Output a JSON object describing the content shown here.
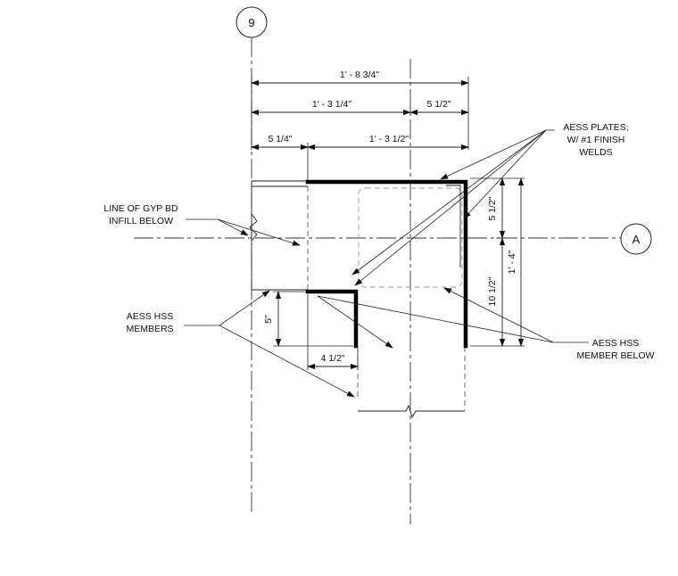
{
  "grid_bubbles": {
    "col": "9",
    "row": "A"
  },
  "dimensions": {
    "overall_width": "1' - 8 3/4\"",
    "upper_left": "1' - 3 1/4\"",
    "upper_right": "5 1/2\"",
    "lower_left": "5 1/4\"",
    "lower_right": "1' - 3 1/2\"",
    "vert_top": "5 1/2\"",
    "vert_bottom": "10 1/2\"",
    "vert_overall": "1' - 4\"",
    "hss_height": "5\"",
    "hss_width": "4 1/2\""
  },
  "notes": {
    "plates": [
      "AESS PLATES;",
      "W/ #1 FINISH",
      "WELDS"
    ],
    "gyp": [
      "LINE OF GYP BD",
      "INFILL BELOW"
    ],
    "hss_members": [
      "AESS HSS",
      "MEMBERS"
    ],
    "hss_below": [
      "AESS HSS",
      "MEMBER BELOW"
    ]
  }
}
